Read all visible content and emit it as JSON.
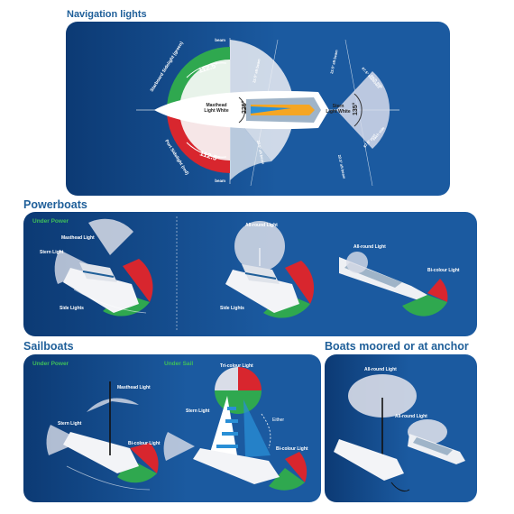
{
  "titles": {
    "navigation": "Navigation lights",
    "powerboats": "Powerboats",
    "sailboats": "Sailboats",
    "moored": "Boats moored or at anchor"
  },
  "nav": {
    "beam_top": "beam",
    "beam_bottom": "beam",
    "starboard": "Starboard Sidelight (green)",
    "port": "Port Sidelight (red)",
    "angle_starboard": "112.5°",
    "angle_port": "112.5°",
    "masthead_line1": "Masthead",
    "masthead_line2": "Light White",
    "masthead_angle": "225°",
    "stern_line1": "Stern",
    "stern_line2": "Light White",
    "stern_angle": "135°",
    "aft_beam_top": "22.5° aft beam",
    "aft_beam_bottom": "22.5° aft beam",
    "aft_beam_top_r": "22.5° aft beam",
    "aft_beam_bottom_r": "22.5° aft beam",
    "right_upper": "67.5° starboard",
    "right_lower": "67.5° port",
    "right_upper2": "each side",
    "right_lower2": "each side"
  },
  "powerboats": {
    "under_power": "Under Power",
    "masthead": "Masthead Light",
    "stern": "Stern Light",
    "side": "Side Lights",
    "allround_mid": "All-round Light",
    "side_mid": "Side Lights",
    "allround_right": "All-round Light",
    "bicolour_right": "Bi-colour Light"
  },
  "sailboats": {
    "under_power": "Under Power",
    "under_sail": "Under Sail",
    "masthead": "Masthead Light",
    "stern": "Stern Light",
    "bicolour": "Bi-colour Light",
    "tricolour": "Tri-colour Light",
    "stern2": "Stern Light",
    "either": "Either",
    "bicolour2": "Bi-colour Light"
  },
  "moored": {
    "allround1": "All-round Light",
    "allround2": "All-round Light"
  },
  "colors": {
    "red": "#d8262e",
    "green": "#2fa84f",
    "white_light": "#d9dde8",
    "label_green": "#3fbf5a"
  }
}
